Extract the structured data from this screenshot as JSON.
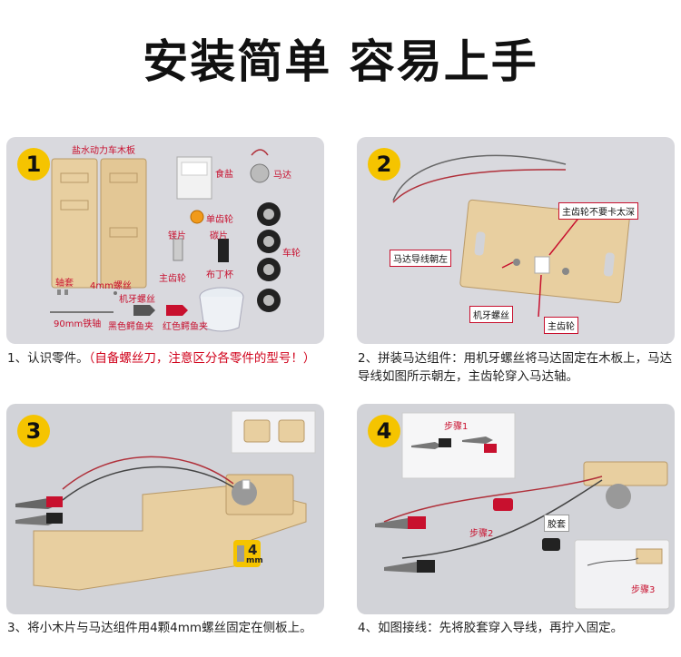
{
  "title": "安装简单 容易上手",
  "panels": {
    "p1": {
      "number": "1",
      "labels": {
        "board": "盐水动力车木板",
        "salt": "食盐",
        "motor": "马达",
        "single_gear": "单齿轮",
        "magnesium": "镁片",
        "carbon": "碳片",
        "wheel": "车轮",
        "axle_sleeve": "轴套",
        "screw4": "4mm螺丝",
        "main_gear": "主齿轮",
        "cloth_cup": "布丁杯",
        "machine_screw": "机牙螺丝",
        "axle": "90mm铁轴",
        "black_clip": "黑色鳄鱼夹",
        "red_clip": "红色鳄鱼夹"
      },
      "caption_prefix": "1、认识零件。",
      "caption_red": "（自备螺丝刀，注意区分各零件的型号！）"
    },
    "p2": {
      "number": "2",
      "labels": {
        "gear_note": "主齿轮不要卡太深",
        "wire_left": "马达导线朝左",
        "machine_screw": "机牙螺丝",
        "main_gear": "主齿轮"
      },
      "caption": "2、拼装马达组件：用机牙螺丝将马达固定在木板上，马达导线如图所示朝左，主齿轮穿入马达轴。"
    },
    "p3": {
      "number": "3",
      "screw_mark": "4",
      "screw_unit": "mm",
      "caption": "3、将小木片与马达组件用4颗4mm螺丝固定在侧板上。"
    },
    "p4": {
      "number": "4",
      "labels": {
        "step1": "步骤1",
        "step2": "步骤2",
        "step3": "步骤3",
        "sleeve": "胶套"
      },
      "caption": "4、如图接线：先将胶套穿入导线，再拧入固定。"
    }
  },
  "colors": {
    "badge": "#f5c400",
    "wood": "#e8cfa0",
    "panel_bg": "#d9d9de",
    "red": "#d0021b"
  }
}
